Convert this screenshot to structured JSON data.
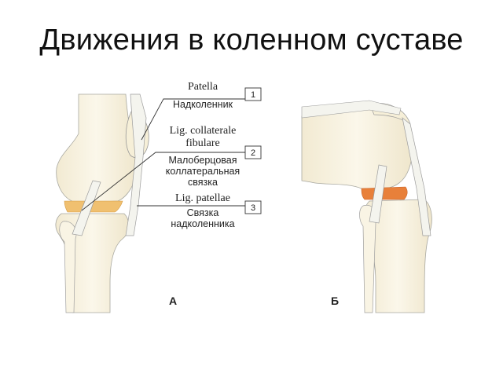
{
  "title": "Движения в коленном суставе",
  "labels": [
    {
      "number": "1",
      "latin": "Patella",
      "russian": [
        "Надколенник"
      ]
    },
    {
      "number": "2",
      "latin": "Lig. collaterale\nfibulare",
      "russian": [
        "Малоберцовая",
        "коллатеральная",
        "связка"
      ]
    },
    {
      "number": "3",
      "latin": "Lig. patellae",
      "russian": [
        "Связка",
        "надколенника"
      ]
    }
  ],
  "panels": {
    "a": "А",
    "b": "Б"
  },
  "colors": {
    "bone": "#f7f0dc",
    "bone_outline": "#999999",
    "meniscus": "#f0c070",
    "meniscus_flexed": "#e8803a",
    "ligament": "#f4f4ee"
  }
}
